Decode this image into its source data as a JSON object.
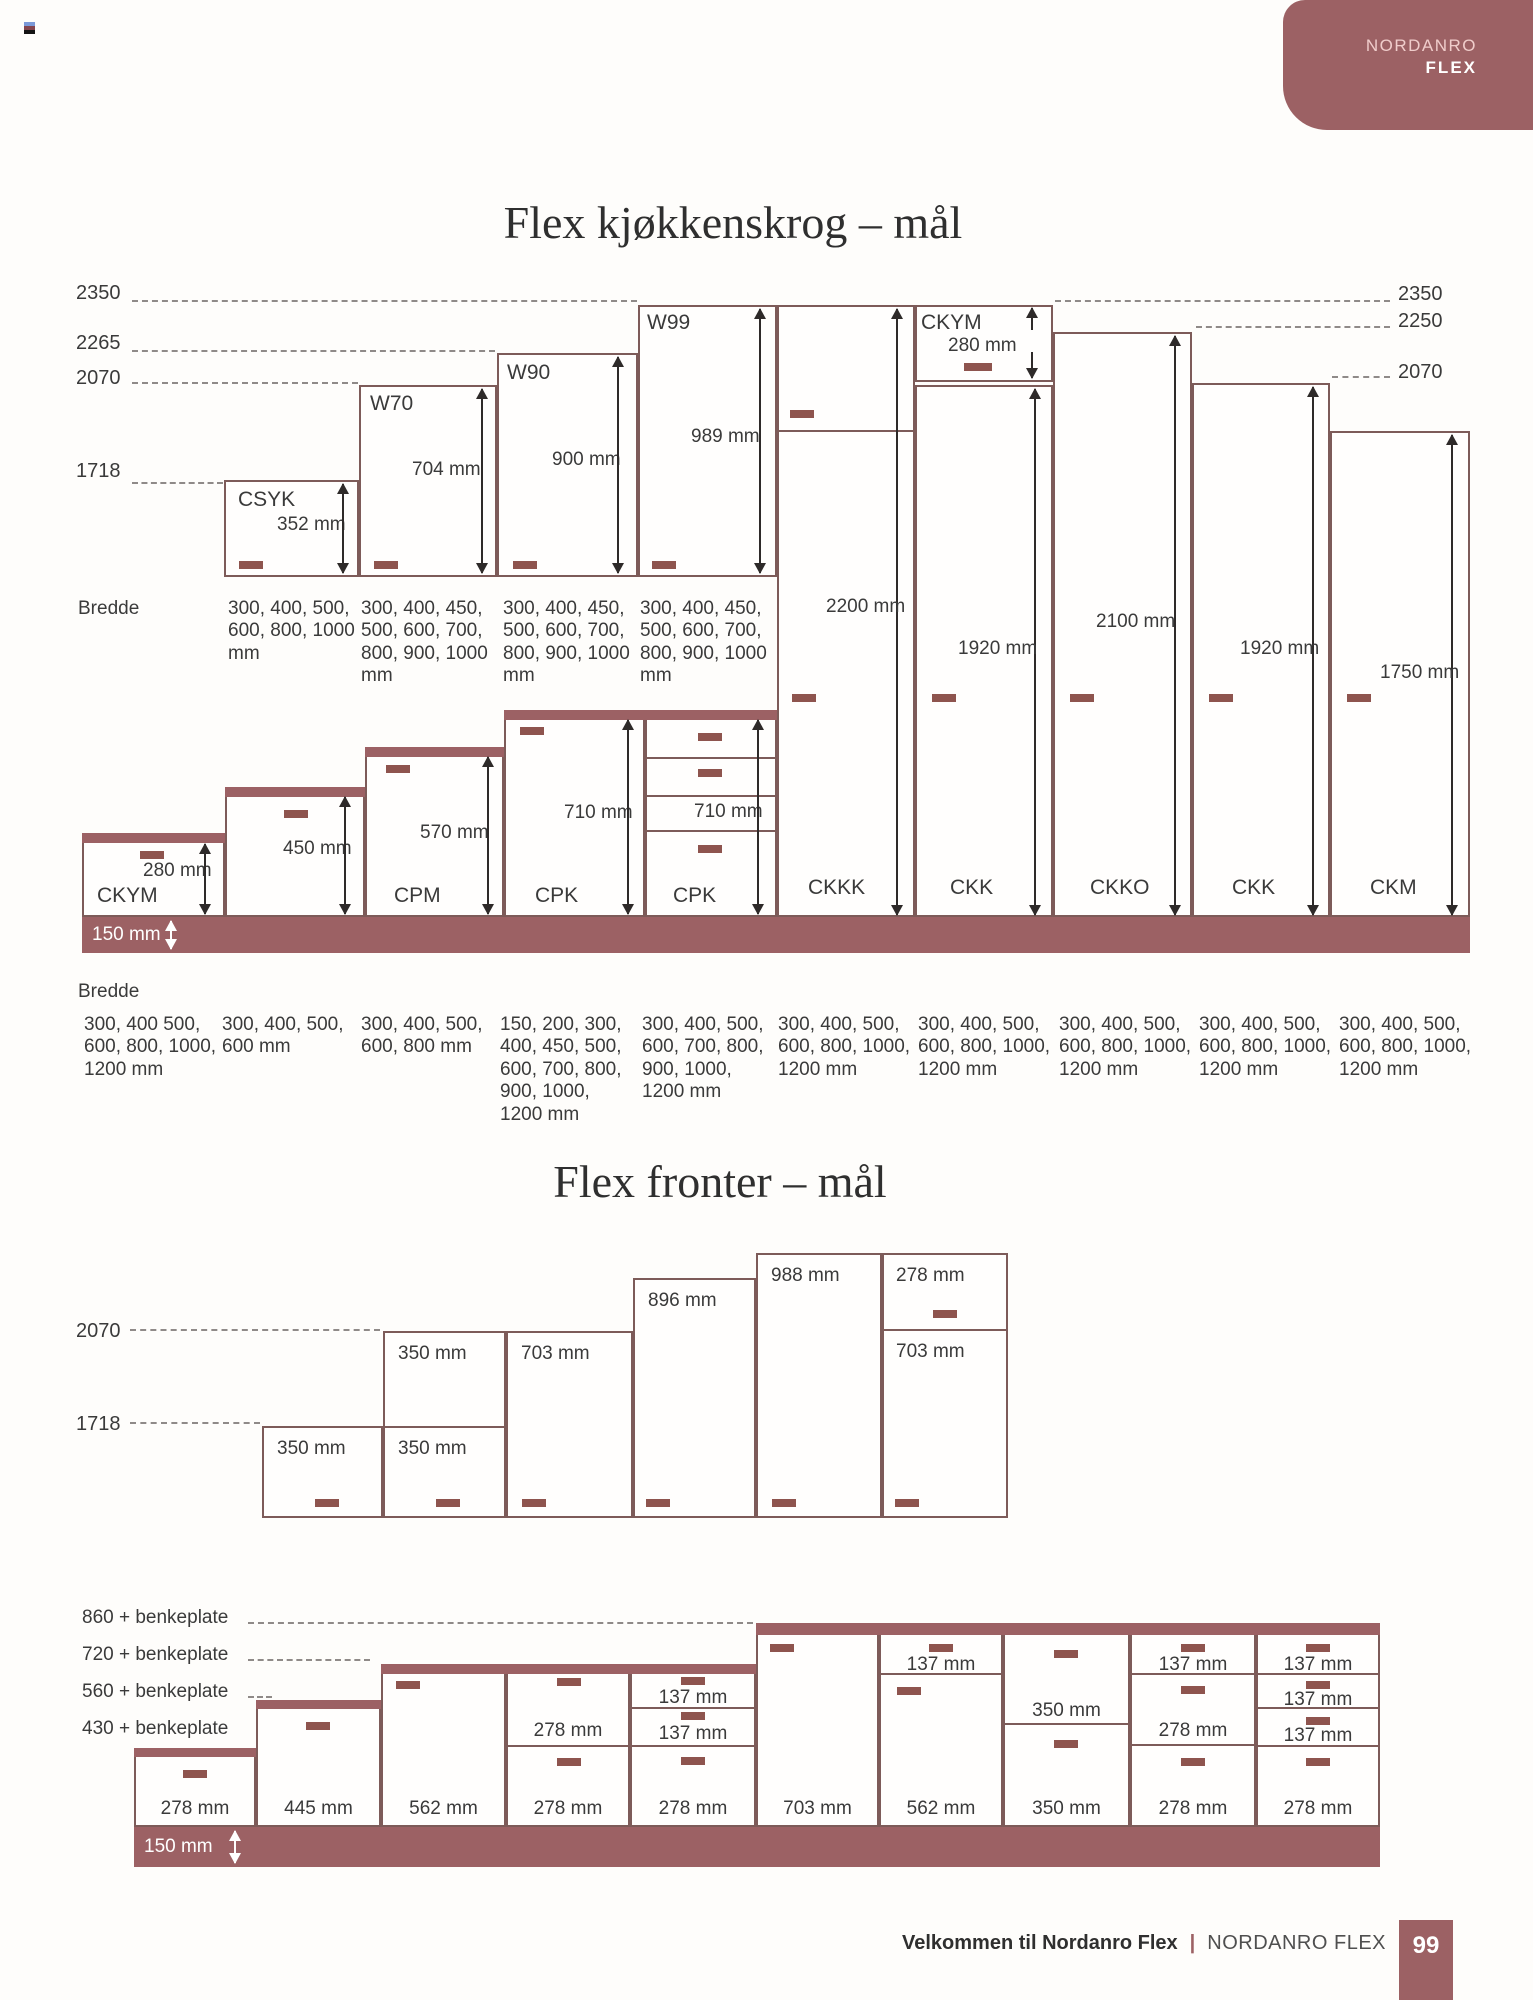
{
  "theme": {
    "maroon": "#9c6164",
    "handle": "#8e544e",
    "outline": "#7d5b59",
    "text": "#3a3a3a"
  },
  "header": {
    "brand_line1": "NORDANRO",
    "brand_line2": "FLEX"
  },
  "s1": {
    "title": "Flex kjøkkenskrog – mål",
    "scale_left": [
      "2350",
      "2265",
      "2070",
      "1718"
    ],
    "scale_right": [
      "2350",
      "2250",
      "2070"
    ],
    "bredde": "Bredde",
    "wall": [
      {
        "code": "CSYK",
        "h": "352 mm",
        "w": "300, 400, 500,\n600, 800, 1000\nmm"
      },
      {
        "code": "W70",
        "h": "704 mm",
        "w": "300, 400, 450,\n500, 600, 700,\n800, 900, 1000\nmm"
      },
      {
        "code": "W90",
        "h": "900 mm",
        "w": "300, 400, 450,\n500, 600, 700,\n800, 900, 1000\nmm"
      },
      {
        "code": "W99",
        "h": "989 mm",
        "w": "300, 400, 450,\n500, 600, 700,\n800, 900, 1000\nmm"
      }
    ],
    "ckym_top": {
      "code": "CKYM",
      "h": "280 mm"
    },
    "tall": [
      {
        "code": "CKKK",
        "h": "2200 mm",
        "w": "300, 400, 500,\n600, 800, 1000,\n1200 mm"
      },
      {
        "code": "CKK",
        "h": "1920 mm",
        "w": "300, 400, 500,\n600, 800, 1000,\n1200 mm"
      },
      {
        "code": "CKKO",
        "h": "2100 mm",
        "w": "300, 400, 500,\n600, 800, 1000,\n1200 mm"
      },
      {
        "code": "CKK",
        "h": "1920 mm",
        "w": "300, 400, 500,\n600, 800, 1000,\n1200 mm"
      },
      {
        "code": "CKM",
        "h": "1750 mm",
        "w": "300, 400, 500,\n600, 800, 1000,\n1200 mm"
      }
    ],
    "base": [
      {
        "code": "CKYM",
        "h": "280 mm",
        "w": "300, 400 500,\n600, 800, 1000,\n1200 mm"
      },
      {
        "h": "450 mm",
        "w": "300, 400, 500,\n600 mm"
      },
      {
        "code": "CPM",
        "h": "570 mm",
        "w": "300, 400, 500,\n600, 800 mm"
      },
      {
        "code": "CPK",
        "h": "710 mm",
        "w": "150, 200, 300,\n400, 450, 500,\n600, 700, 800,\n900, 1000,\n1200 mm"
      },
      {
        "code": "CPK",
        "h": "710 mm",
        "w": "300, 400, 500,\n600, 700, 800,\n900, 1000,\n1200 mm"
      }
    ],
    "plinth": "150 mm"
  },
  "s2": {
    "title": "Flex fronter – mål",
    "scale_left": [
      "2070",
      "1718"
    ],
    "fronts": [
      {
        "l1": "350 mm"
      },
      {
        "l1": "350 mm",
        "l2": "350 mm"
      },
      {
        "l1": "703 mm"
      },
      {
        "l1": "896 mm"
      },
      {
        "l1": "988 mm"
      },
      {
        "l1": "278 mm",
        "l2": "703 mm"
      }
    ]
  },
  "s3": {
    "scale_left": [
      "860 + benkeplate",
      "720 + benkeplate",
      "560 + benkeplate",
      "430 + benkeplate"
    ],
    "units": [
      {
        "bottom": "278 mm"
      },
      {
        "bottom": "445 mm"
      },
      {
        "bottom": "562 mm"
      },
      {
        "bottom": "278 mm",
        "i1": "278 mm"
      },
      {
        "bottom": "278 mm",
        "i1": "137 mm",
        "i2": "137 mm"
      },
      {
        "bottom": "703 mm"
      },
      {
        "bottom": "562 mm",
        "i1": "137 mm"
      },
      {
        "bottom": "350 mm",
        "i1": "350 mm"
      },
      {
        "bottom": "278 mm",
        "i1": "137 mm",
        "i2": "278 mm"
      },
      {
        "bottom": "278 mm",
        "i1": "137 mm",
        "i2": "137 mm",
        "i3": "137 mm"
      }
    ],
    "plinth": "150 mm"
  },
  "footer": {
    "left": "Velkommen til Nordanro Flex",
    "sep": "|",
    "right": "NORDANRO FLEX",
    "page": "99"
  }
}
